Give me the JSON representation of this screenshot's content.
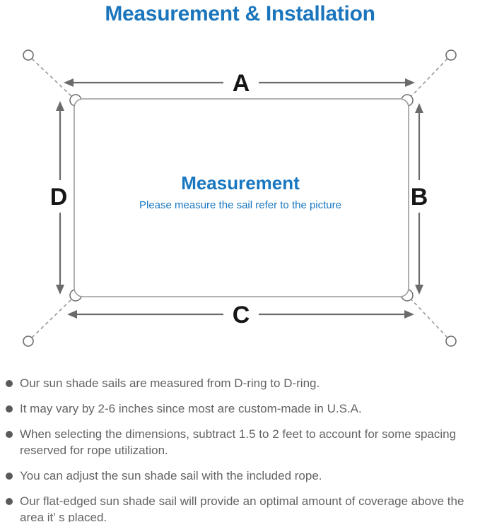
{
  "title": "Measurement & Installation",
  "colors": {
    "title-blue": "#1b75bc",
    "center-blue": "#1877c0",
    "line-gray": "#9a9a9a",
    "arrow-gray": "#6b6b6b",
    "label-dark": "#161616",
    "text-gray": "#636363",
    "bullet-gray": "#5a5a5a"
  },
  "diagram": {
    "dimension_labels": {
      "top": "A",
      "right": "B",
      "bottom": "C",
      "left": "D"
    },
    "center_heading": "Measurement",
    "center_subtext": "Please measure the sail refer to the picture"
  },
  "notes": [
    "Our sun shade sails are measured from D-ring to D-ring.",
    "It may vary by 2-6 inches since most are custom-made in U.S.A.",
    "When selecting the dimensions, subtract 1.5 to 2 feet to account for some spacing reserved for rope utilization.",
    "You can adjust the sun shade sail with the included rope.",
    "Our flat-edged sun shade sail will provide an optimal amount of coverage above the area it’ s placed."
  ]
}
